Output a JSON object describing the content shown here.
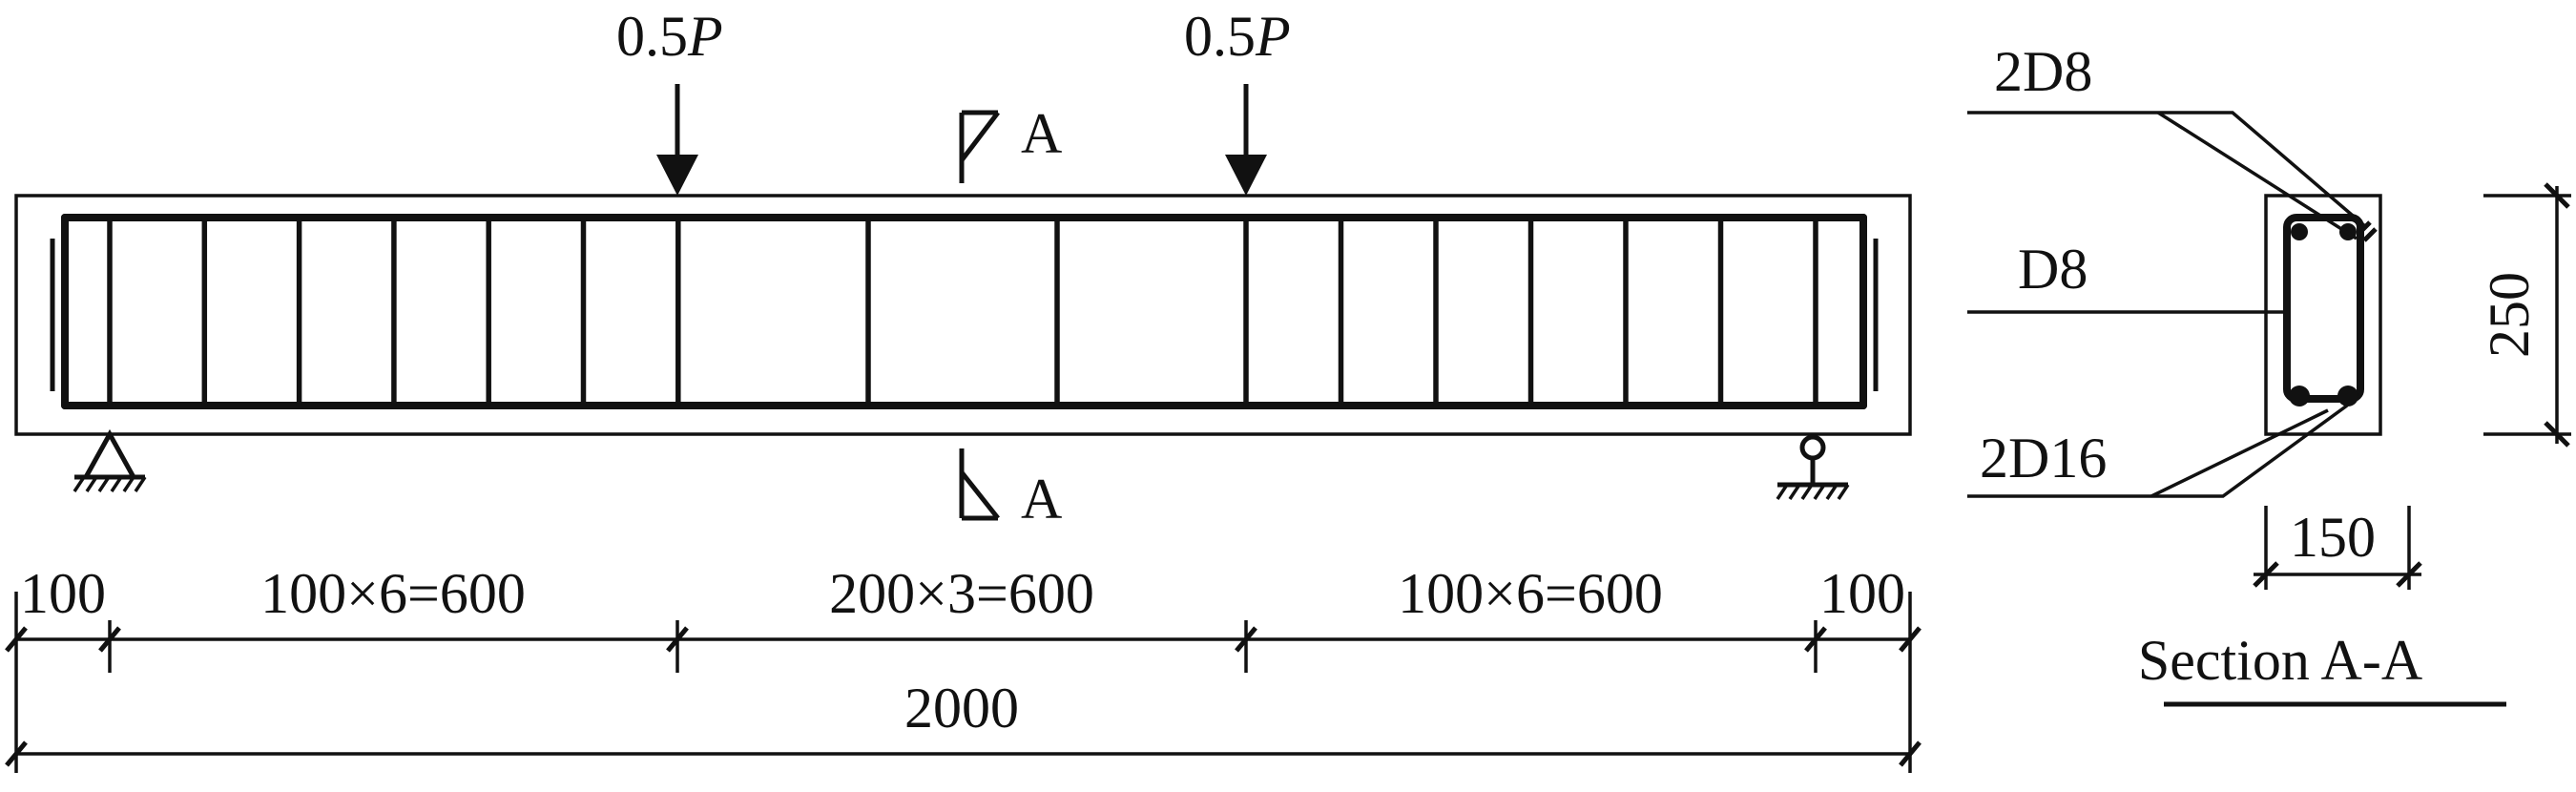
{
  "loads": {
    "left": {
      "coef": "0.5",
      "sym": "P"
    },
    "right": {
      "coef": "0.5",
      "sym": "P"
    }
  },
  "section_marks": {
    "top": "A",
    "bottom": "A"
  },
  "dimensions": {
    "segments": [
      "100",
      "100×6=600",
      "200×3=600",
      "100×6=600",
      "100"
    ],
    "total": "2000"
  },
  "section": {
    "top_bars": "2D8",
    "stirrup": "D8",
    "bottom_bars": "2D16",
    "height": "250",
    "width": "150",
    "title": "Section A-A"
  },
  "colors": {
    "ink": "#111111",
    "background": "#ffffff"
  }
}
